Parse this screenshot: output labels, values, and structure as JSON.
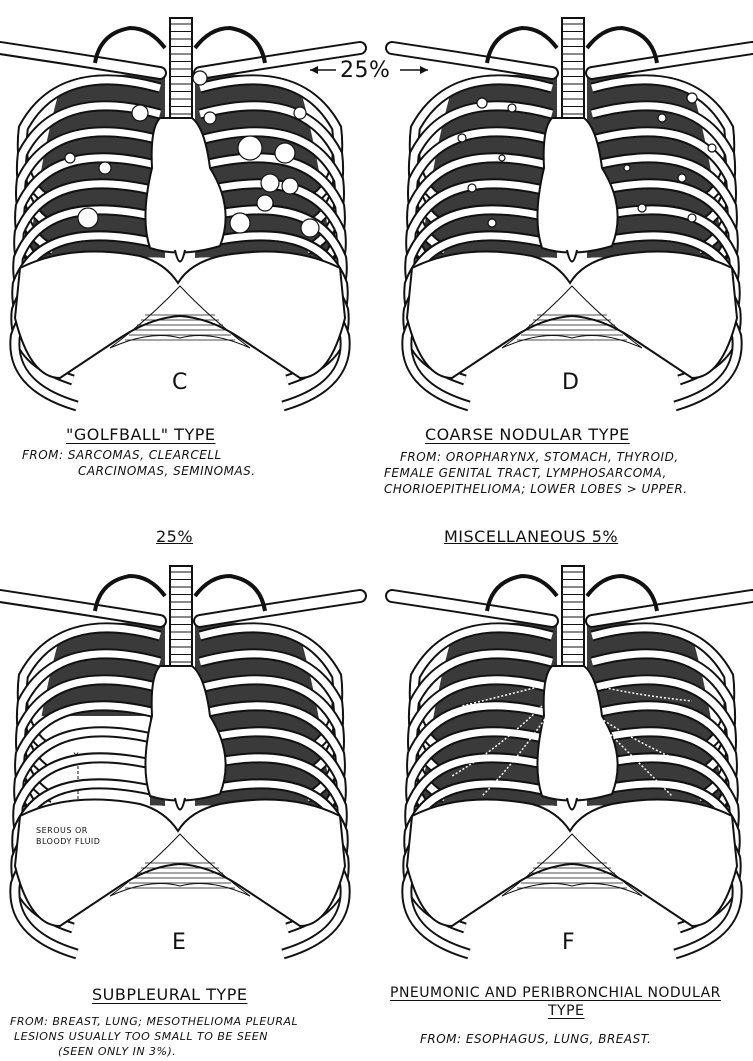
{
  "colors": {
    "ink": "#111111",
    "paper": "#ffffff",
    "lung": "#3a3a3a"
  },
  "top_annotation": {
    "label": "25%"
  },
  "panels": [
    {
      "id": "C",
      "letter": "C",
      "title": "\"GOLFBALL\" TYPE",
      "source_lines": [
        "FROM: SARCOMAS, CLEARCELL",
        "CARCINOMAS, SEMINOMAS."
      ]
    },
    {
      "id": "D",
      "letter": "D",
      "title": "COARSE NODULAR TYPE",
      "source_lines": [
        "FROM: OROPHARYNX, STOMACH, THYROID,",
        "FEMALE GENITAL TRACT, LYMPHOSARCOMA,",
        "CHORIOEPITHELIOMA; LOWER LOBES > UPPER."
      ]
    },
    {
      "id": "E",
      "letter": "E",
      "header": "25%",
      "title": "SUBPLEURAL TYPE",
      "annotation": [
        "SEROUS OR",
        "BLOODY FLUID"
      ],
      "source_lines": [
        "FROM: BREAST, LUNG; MESOTHELIOMA PLEURAL",
        "LESIONS USUALLY TOO SMALL TO BE SEEN",
        "(SEEN ONLY IN 3%)."
      ]
    },
    {
      "id": "F",
      "letter": "F",
      "header": "MISCELLANEOUS  5%",
      "title_lines": [
        "PNEUMONIC AND PERIBRONCHIAL NODULAR",
        "TYPE"
      ],
      "source_lines": [
        "FROM: ESOPHAGUS, LUNG, BREAST."
      ]
    }
  ]
}
